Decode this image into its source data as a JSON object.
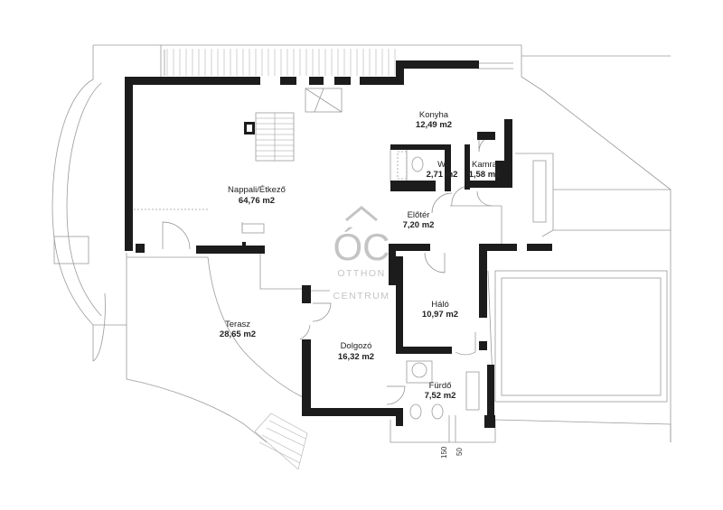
{
  "rooms": [
    {
      "name": "Konyha",
      "area": "12,49 m2"
    },
    {
      "name": "Wc",
      "area": "2,71 m2"
    },
    {
      "name": "Kamra",
      "area": "1,58 m2"
    },
    {
      "name": "Nappali/Étkező",
      "area": "64,76 m2"
    },
    {
      "name": "Előtér",
      "area": "7,20 m2"
    },
    {
      "name": "Háló",
      "area": "10,97 m2"
    },
    {
      "name": "Terasz",
      "area": "28,65 m2"
    },
    {
      "name": "Dolgozó",
      "area": "16,32 m2"
    },
    {
      "name": "Fürdő",
      "area": "7,52 m2"
    }
  ],
  "dimensions": [
    "150",
    "50"
  ],
  "watermark": {
    "logo": "ÓC",
    "line1": "OTTHON",
    "line2": "CENTRUM",
    "color": "#c4c4c4"
  },
  "colors": {
    "wall": "#1c1c1c",
    "line": "#9a9a9a"
  }
}
